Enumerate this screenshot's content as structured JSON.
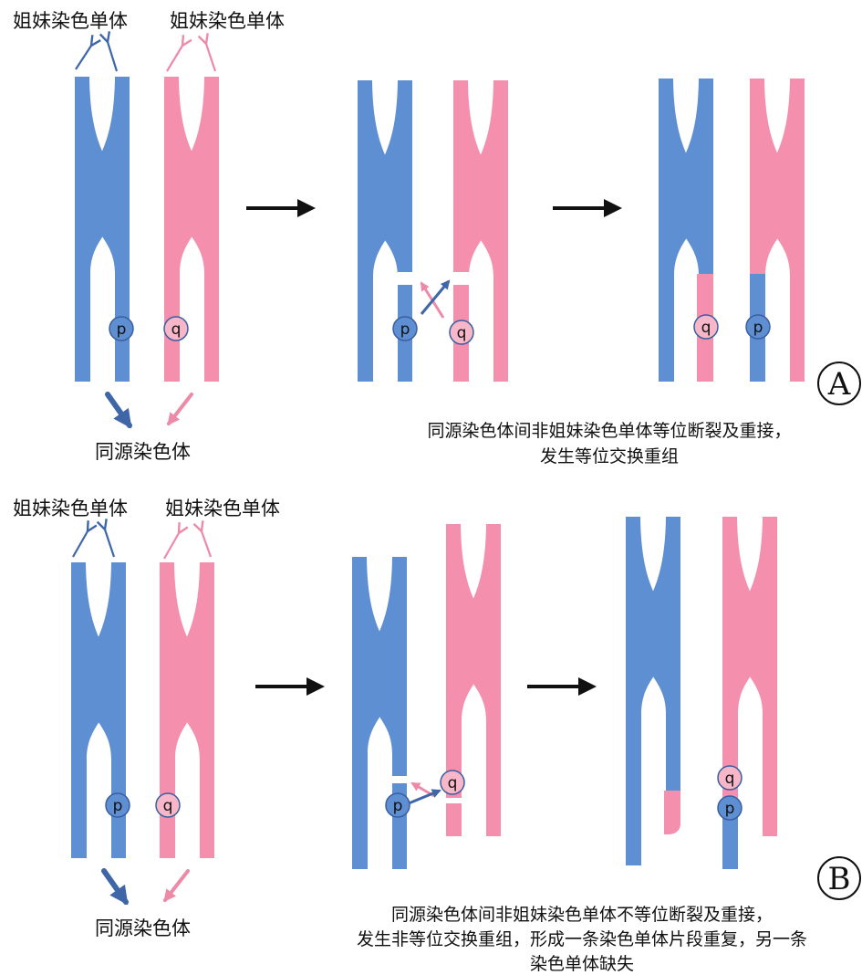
{
  "colors": {
    "blue": "#5e8fd3",
    "pink": "#f58fae",
    "arrow_blue": "#3f66a6",
    "arrow_pink": "#ec8aa8",
    "process_arrow": "#111111"
  },
  "labels": {
    "sister_chromatid": "姐妹染色单体",
    "homologous_chromosome": "同源染色体"
  },
  "markers": {
    "p": "p",
    "q": "q"
  },
  "panel_a": {
    "letter": "A",
    "caption_line1": "同源染色体间非姐妹染色单体等位断裂及重接，",
    "caption_line2": "发生等位交换重组"
  },
  "panel_b": {
    "letter": "B",
    "caption_line1": "同源染色体间非姐妹染色单体不等位断裂及重接，",
    "caption_line2": "发生非等位交换重组，形成一条染色单体片段重复，另一条",
    "caption_line3": "染色单体缺失"
  },
  "icons": [
    "process-arrow-icon",
    "pointer-arrow-icon",
    "break-gap-icon"
  ]
}
